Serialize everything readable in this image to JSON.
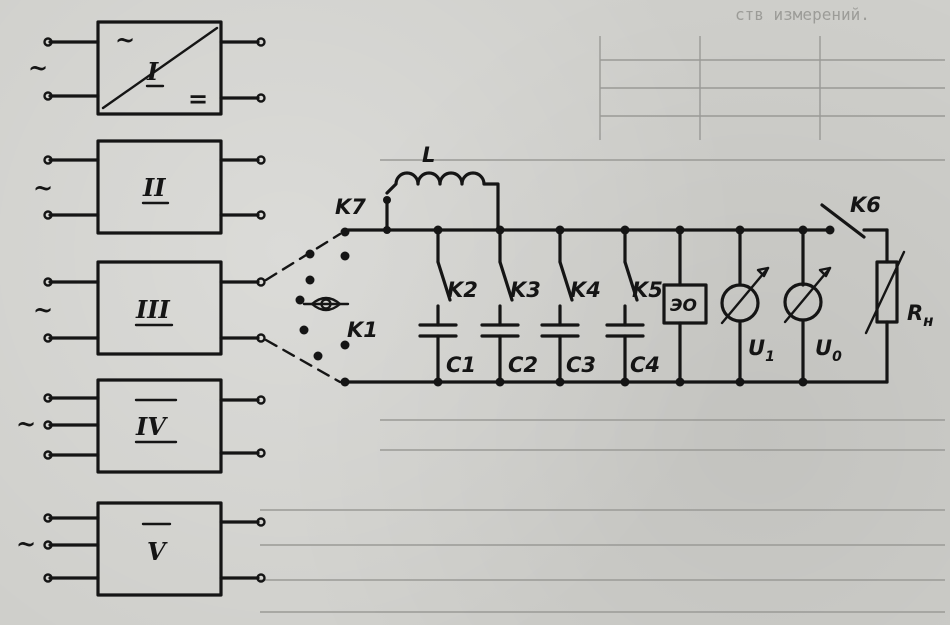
{
  "converters": [
    {
      "id": "I",
      "label": "I",
      "input_symbol": "~",
      "output_symbol": "="
    },
    {
      "id": "II",
      "label": "II",
      "input_symbol": "~"
    },
    {
      "id": "III",
      "label": "III",
      "input_symbol": "~"
    },
    {
      "id": "IV",
      "label": "IV",
      "input_symbol": "~"
    },
    {
      "id": "V",
      "label": "V",
      "input_symbol": "~"
    }
  ],
  "components": {
    "inductor": "L",
    "switches": [
      "K7",
      "K1",
      "K2",
      "K3",
      "K4",
      "K5",
      "K6"
    ],
    "capacitors": [
      "C1",
      "C2",
      "C3",
      "C4"
    ],
    "oscilloscope": "ЭО",
    "voltmeter_1": "U",
    "voltmeter_1_sub": "1",
    "voltmeter_2": "U",
    "voltmeter_2_sub": "0",
    "load": "R",
    "load_sub": "н"
  },
  "background_text": {
    "top_right": "ств измерений."
  },
  "colors": {
    "ink": "#151515",
    "paper": "#cfcfcb",
    "bleed_text": "#9c9c98"
  }
}
